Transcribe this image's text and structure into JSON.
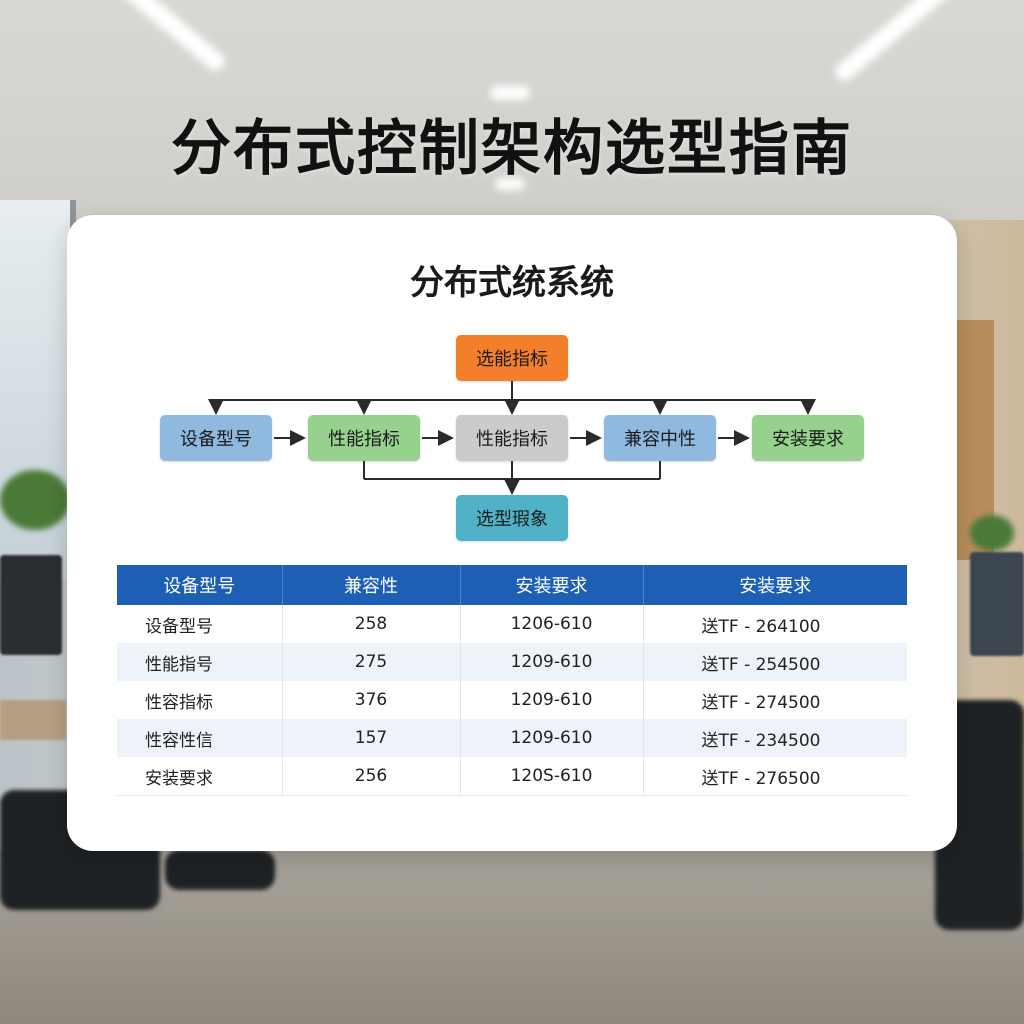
{
  "title": "分布式控制架构选型指南",
  "card": {
    "title": "分布式统系统"
  },
  "flow": {
    "top": "选能指标",
    "row": [
      "设备型号",
      "性能指标",
      "性能指标",
      "兼容中性",
      "安装要求"
    ],
    "bottom": "选型瑕象"
  },
  "table": {
    "headers": [
      "设备型号",
      "兼容性",
      "安装要求",
      "安装要求"
    ],
    "rows": [
      [
        "设备型号",
        "258",
        "1206-610",
        "送TF - 264100"
      ],
      [
        "性能指号",
        "275",
        "1209-610",
        "送TF - 254500"
      ],
      [
        "性容指标",
        "376",
        "1209-610",
        "送TF - 274500"
      ],
      [
        "性容性信",
        "157",
        "1209-610",
        "送TF - 234500"
      ],
      [
        "安装要求",
        "256",
        "120S-610",
        "送TF - 276500"
      ]
    ]
  },
  "colors": {
    "header_blue": "#1c5fb4",
    "node_orange": "#f47f2a",
    "node_blue": "#8fb9df",
    "node_green": "#96d18d",
    "node_gray": "#c9cbcd",
    "node_teal": "#4fb2c6"
  }
}
